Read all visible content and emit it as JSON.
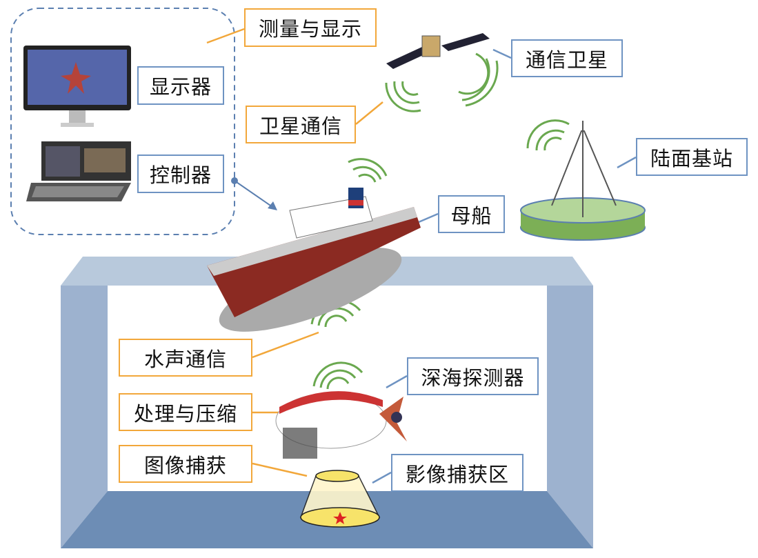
{
  "labels": {
    "measure_display": "测量与显示",
    "monitor": "显示器",
    "controller": "控制器",
    "comm_satellite": "通信卫星",
    "satellite_comm": "卫星通信",
    "land_station": "陆面基站",
    "mother_ship": "母船",
    "acoustic_comm": "水声通信",
    "deep_sea_probe": "深海探测器",
    "process_compress": "处理与压缩",
    "image_capture": "图像捕获",
    "capture_zone": "影像捕获区"
  },
  "colors": {
    "process_border": "#f2a73a",
    "object_border": "#6e93c2",
    "signal": "#6aa84f",
    "water_top": "#b8c9dc",
    "water_side": "#9db2cf",
    "water_bottom": "#6d8db5"
  }
}
